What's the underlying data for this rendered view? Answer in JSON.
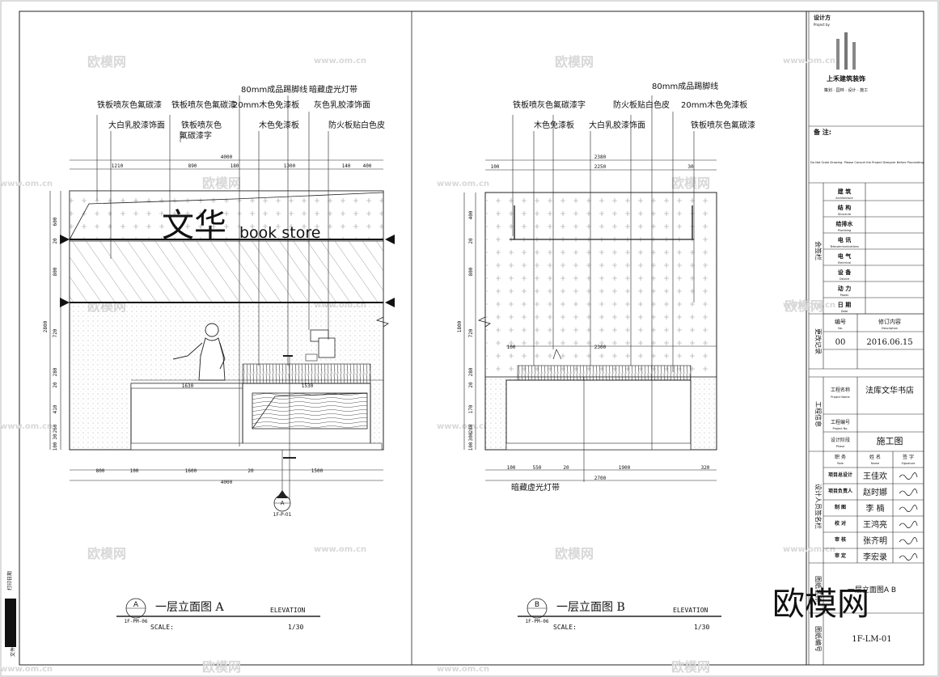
{
  "watermarks": {
    "brand": "欧模网",
    "url": "www.om.cn",
    "big": "欧模网"
  },
  "stamp": {
    "line1": "打印日期",
    "line2": "文件名"
  },
  "elevationA": {
    "callouts": [
      "铁板喷灰色氟碳漆",
      "铁板喷灰色氟碳漆",
      "80mm成品踢脚线",
      "暗藏虚光灯带",
      "大白乳胶漆饰面",
      "铁板喷灰色",
      "氟碳漆字",
      "20mm木色免漆板",
      "灰色乳胶漆饰面",
      "木色免漆板",
      "防火板贴白色皮"
    ],
    "dims_top": [
      "4000",
      "1210",
      "890",
      "180",
      "1300",
      "140",
      "400"
    ],
    "dims_left": [
      "600",
      "20",
      "800",
      "720",
      "2800",
      "280",
      "20",
      "410",
      "260",
      "30",
      "100"
    ],
    "dims_mid": [
      "1630",
      "1530"
    ],
    "dims_bottom": [
      "800",
      "100",
      "1600",
      "20",
      "1500",
      "4000"
    ],
    "sign_cn": "文华",
    "sign_en": "book store",
    "section_tag": "A",
    "section_ref": "1F-P-01",
    "title_num": "A",
    "title_ref": "1F-PM-06",
    "title_cn": "一层立面图 A",
    "title_en": "ELEVATION",
    "scale_label": "SCALE:",
    "scale_value": "1/30"
  },
  "elevationB": {
    "callouts": [
      "80mm成品踢脚线",
      "铁板喷灰色氟碳漆字",
      "防火板贴白色皮",
      "20mm木色免漆板",
      "木色免漆板",
      "大白乳胶漆饰面",
      "铁板喷灰色氟碳漆",
      "暗藏虚光灯带"
    ],
    "dims_top": [
      "2380",
      "100",
      "2250",
      "30"
    ],
    "dims_left": [
      "400",
      "20",
      "800",
      "1800",
      "720",
      "280",
      "20",
      "170",
      "280",
      "300",
      "100"
    ],
    "dims_mid": [
      "100",
      "2300"
    ],
    "dims_bottom": [
      "100",
      "550",
      "20",
      "1900",
      "320",
      "2700"
    ],
    "title_num": "B",
    "title_ref": "1F-PM-06",
    "title_cn": "一层立面图 B",
    "title_en": "ELEVATION",
    "scale_label": "SCALE:",
    "scale_value": "1/30"
  },
  "titleblock": {
    "designer_label": "设计方",
    "designer_en": "Project by",
    "logo_text": "上禾建筑装饰",
    "logo_sub": "策划 · 园林 · 设计 · 施工",
    "notes_label": "备 注:",
    "notes_text": "Do Not Scale Drawing. Please Consult the Project Designer Before Proceeding.",
    "countersign_label": "会签栏",
    "disciplines": [
      {
        "cn": "建 筑",
        "en": "Architecture"
      },
      {
        "cn": "结 构",
        "en": "Structure"
      },
      {
        "cn": "给排水",
        "en": "Plumbing"
      },
      {
        "cn": "电 讯",
        "en": "Telecommunications"
      },
      {
        "cn": "电 气",
        "en": "Electrical"
      },
      {
        "cn": "设 备",
        "en": "Device"
      },
      {
        "cn": "动 力",
        "en": "Power"
      },
      {
        "cn": "日 期",
        "en": "Date"
      }
    ],
    "revision_label": "更改记录",
    "revision_no_label": "编号",
    "revision_no_en": "No.",
    "revision_content_label": "修订内容",
    "revision_content_en": "Description",
    "revision_no": "00",
    "revision_date": "2016.06.15",
    "project_info_label": "工程信息",
    "project_name_label": "工程名称",
    "project_name_en": "Project Name",
    "project_name": "法库文华书店",
    "project_no_label": "工程编号",
    "project_no_en": "Project No.",
    "stage_label": "设计阶段",
    "stage_en": "Phase",
    "stage_value": "施工图",
    "people_label": "设计人员签名栏",
    "people_head": [
      "职 务",
      "姓 名",
      "签 字"
    ],
    "people_head_en": [
      "Role",
      "Name",
      "Signature"
    ],
    "people": [
      {
        "role": "项目总设计",
        "name": "王佳欢"
      },
      {
        "role": "项目负责人",
        "name": "赵时娜"
      },
      {
        "role": "制 图",
        "name": "李 楠"
      },
      {
        "role": "校 对",
        "name": "王鸿亮"
      },
      {
        "role": "审 核",
        "name": "张齐明"
      },
      {
        "role": "审 定",
        "name": "李宏录"
      }
    ],
    "drawing_name_label": "图纸名称",
    "drawing_name": "一层立面图A B",
    "drawing_no_label": "图纸编号",
    "drawing_no": "1F-LM-01"
  }
}
